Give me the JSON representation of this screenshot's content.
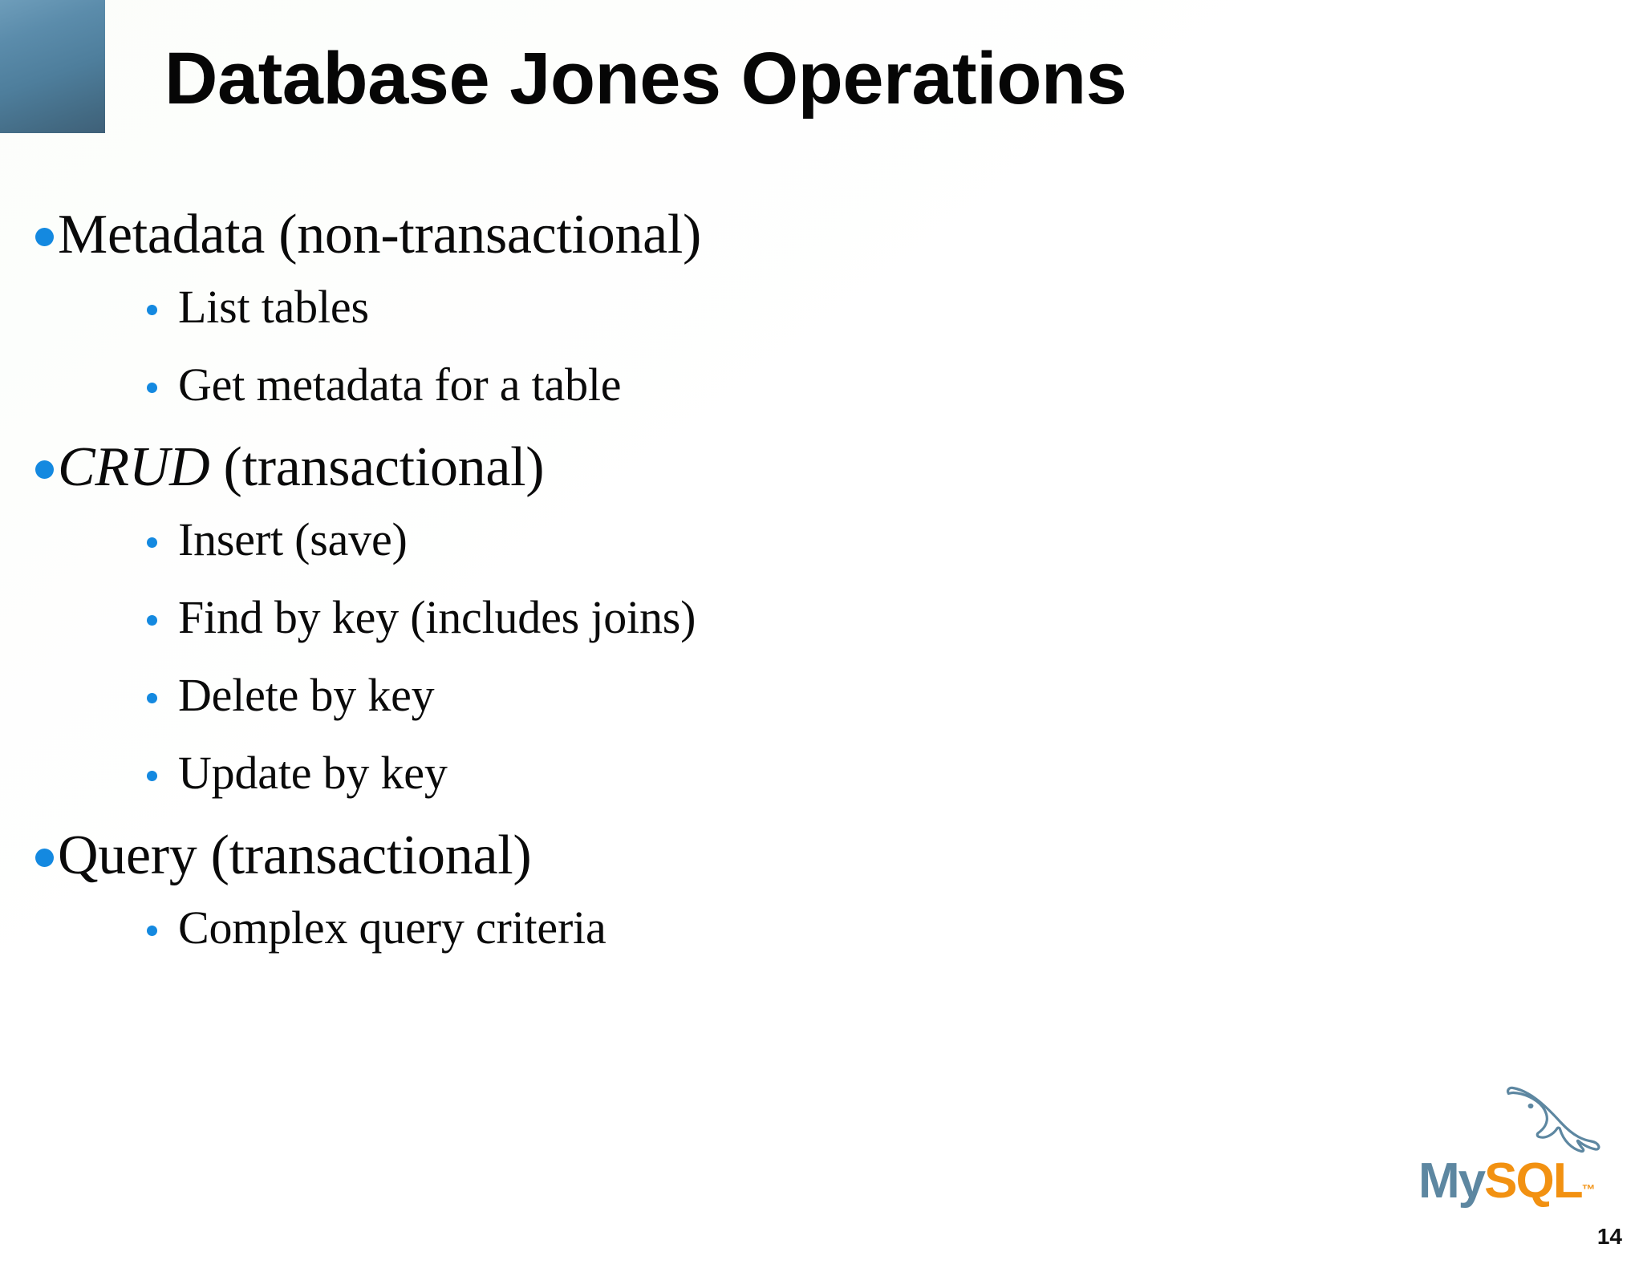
{
  "slide": {
    "title": "Database Jones Operations",
    "page_number": "14",
    "accent_bullet_color": "#1489e0",
    "corner_block_color_top": "#6e9dba",
    "corner_block_color_bottom": "#3f6078"
  },
  "outline": [
    {
      "level": 1,
      "text": "Metadata (non-transactional)",
      "italic_prefix": "",
      "plain_text": "Metadata (non-transactional)"
    },
    {
      "level": 2,
      "text": "List tables"
    },
    {
      "level": 2,
      "text": "Get metadata for a table"
    },
    {
      "level": 1,
      "text": "CRUD (transactional)",
      "italic_prefix": "CRUD",
      "plain_text": " (transactional)"
    },
    {
      "level": 2,
      "text": "Insert (save)"
    },
    {
      "level": 2,
      "text": "Find by key (includes joins)"
    },
    {
      "level": 2,
      "text": "Delete by key"
    },
    {
      "level": 2,
      "text": "Update by key"
    },
    {
      "level": 1,
      "text": "Query (transactional)",
      "italic_prefix": "",
      "plain_text": "Query (transactional)"
    },
    {
      "level": 2,
      "text": "Complex query criteria"
    }
  ],
  "logo": {
    "name": "mysql-logo",
    "word_my": "My",
    "word_sql": "SQL",
    "trademark": "™",
    "my_color": "#5d87a1",
    "sql_color": "#f29111"
  }
}
